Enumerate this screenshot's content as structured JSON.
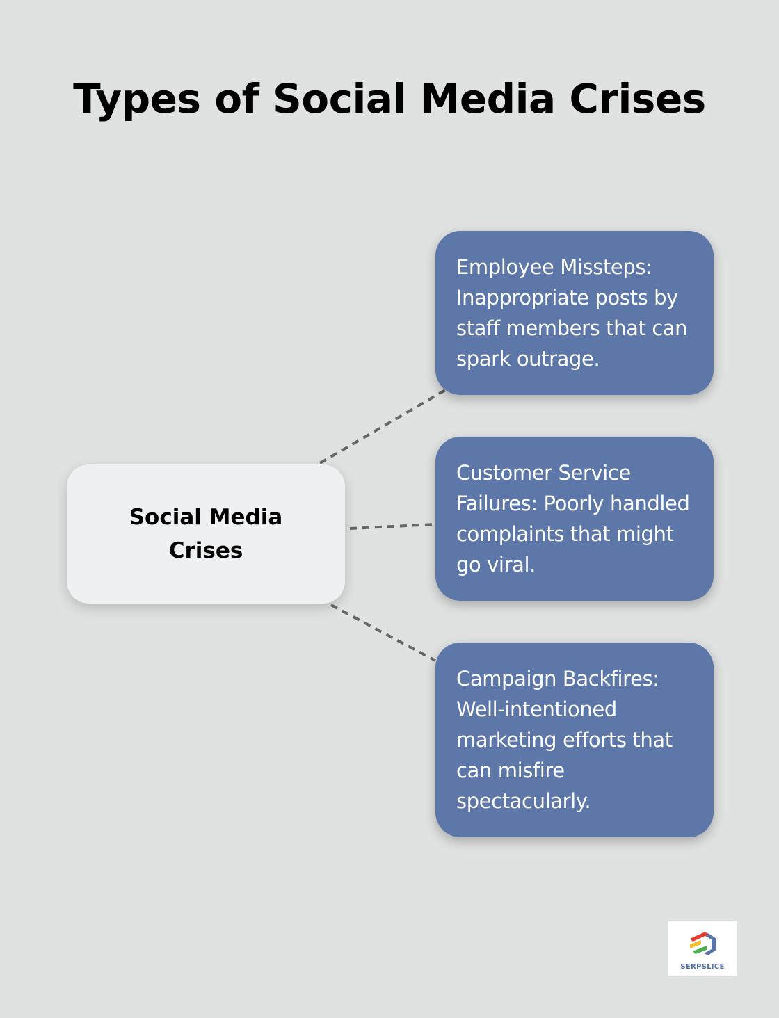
{
  "title": "Types of Social Media Crises",
  "center": {
    "label": "Social Media Crises"
  },
  "items": [
    {
      "label": "Employee Missteps: Inappropriate posts by staff members that can spark outrage."
    },
    {
      "label": "Customer Service Failures: Poorly handled complaints that might go viral."
    },
    {
      "label": "Campaign Backfires: Well-intentioned marketing efforts that can misfire spectacularly."
    }
  ],
  "logo": {
    "text": "SERPSLICE"
  },
  "colors": {
    "background": "#e0e2e1",
    "center_node": "#eff0f2",
    "leaf_node": "#5d77a8",
    "connector": "#666666"
  }
}
